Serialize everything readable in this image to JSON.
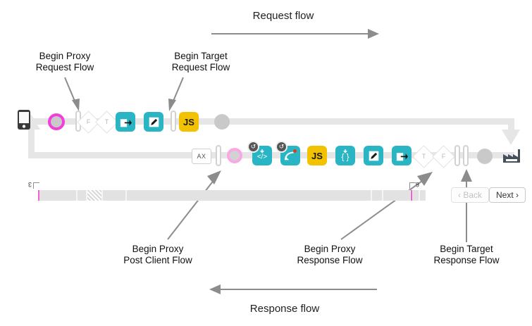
{
  "diagram": {
    "title_request": "Request flow",
    "title_response": "Response flow",
    "callouts": {
      "begin_proxy_request": "Begin Proxy\nRequest Flow",
      "begin_target_request": "Begin Target\nRequest Flow",
      "begin_proxy_post_client": "Begin Proxy\nPost Client Flow",
      "begin_proxy_response": "Begin Proxy\nResponse Flow",
      "begin_target_response": "Begin Target\nResponse Flow"
    },
    "colors": {
      "teal": "#29b5c4",
      "yellow": "#f2c200",
      "magenta": "#f13fd8",
      "pink": "#f9a8e4",
      "rail": "#e6e6e6",
      "arrow": "#8c8c8c"
    },
    "request_row": {
      "nodes": [
        {
          "name": "client-device",
          "type": "device",
          "label": ""
        },
        {
          "name": "flow-start-magenta",
          "type": "circle-magenta",
          "label": ""
        },
        {
          "name": "pause-bar",
          "type": "bar",
          "label": ""
        },
        {
          "name": "condition-false",
          "type": "diamond",
          "label": "F"
        },
        {
          "name": "condition-true",
          "type": "diamond",
          "label": "T"
        },
        {
          "name": "assign-message",
          "type": "square-teal",
          "label": "share"
        },
        {
          "name": "edit-policy",
          "type": "square-teal",
          "label": "pencil"
        },
        {
          "name": "pause-bar-2",
          "type": "bar",
          "label": ""
        },
        {
          "name": "javascript-policy",
          "type": "square-yellow",
          "label": "JS"
        },
        {
          "name": "endpoint-circle",
          "type": "circle-grey",
          "label": ""
        }
      ]
    },
    "response_row": {
      "nodes": [
        {
          "name": "ax-analytics",
          "type": "axbox",
          "label": "AX"
        },
        {
          "name": "pause-bar-3",
          "type": "bar",
          "label": ""
        },
        {
          "name": "post-client-circle",
          "type": "circle-pink",
          "label": ""
        },
        {
          "name": "extract-variables",
          "type": "square-teal",
          "label": "</>",
          "badge": "rotate"
        },
        {
          "name": "raise-fault",
          "type": "square-teal",
          "label": "curve",
          "badge": "rotate",
          "dot": true
        },
        {
          "name": "javascript-policy-2",
          "type": "square-yellow",
          "label": "JS"
        },
        {
          "name": "json-policy",
          "type": "square-teal",
          "label": "{}"
        },
        {
          "name": "edit-policy-2",
          "type": "square-teal",
          "label": "pencil"
        },
        {
          "name": "assign-message-2",
          "type": "square-teal",
          "label": "share"
        },
        {
          "name": "condition-true-2",
          "type": "diamond",
          "label": "T"
        },
        {
          "name": "condition-false-2",
          "type": "diamond",
          "label": "F"
        },
        {
          "name": "pause-bar-4",
          "type": "bar",
          "label": ""
        },
        {
          "name": "pause-bar-5",
          "type": "bar",
          "label": ""
        },
        {
          "name": "target-circle",
          "type": "circle-grey",
          "label": ""
        },
        {
          "name": "target-server",
          "type": "factory",
          "label": ""
        }
      ]
    },
    "timeline": {
      "left_tick_label": "3",
      "right_tick_label": "6"
    },
    "nav": {
      "back_label": "‹ Back",
      "next_label": "Next ›"
    }
  }
}
